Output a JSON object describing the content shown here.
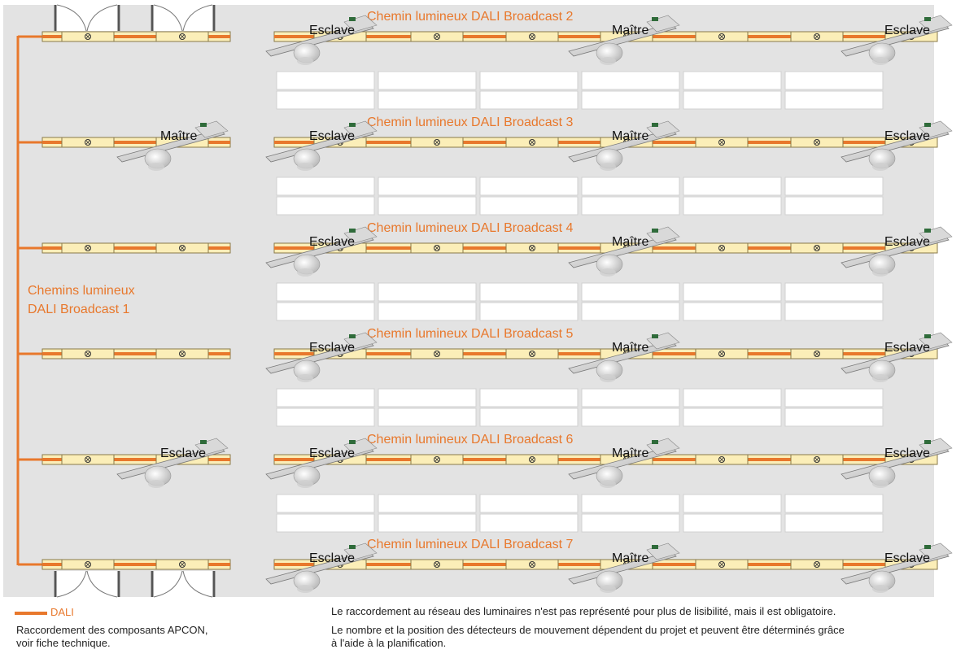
{
  "colors": {
    "dali": "#e8782c",
    "panel": "#e3e3e3",
    "luminaire_fill": "#fbeeb8",
    "luminaire_stroke": "#8a7a4a",
    "label_orange": "#e8782c"
  },
  "side_label": {
    "line1": "Chemins lumineux",
    "line2": "DALI Broadcast 1"
  },
  "rows": [
    {
      "title": "Chemin lumineux DALI Broadcast 2",
      "left_sensor": "",
      "sensors": [
        "Esclave",
        "Maître",
        "Esclave"
      ]
    },
    {
      "title": "Chemin lumineux DALI Broadcast 3",
      "left_sensor": "Maître",
      "sensors": [
        "Esclave",
        "Maître",
        "Esclave"
      ]
    },
    {
      "title": "Chemin lumineux DALI Broadcast 4",
      "left_sensor": "",
      "sensors": [
        "Esclave",
        "Maître",
        "Esclave"
      ]
    },
    {
      "title": "Chemin lumineux DALI Broadcast 5",
      "left_sensor": "",
      "sensors": [
        "Esclave",
        "Maître",
        "Esclave"
      ]
    },
    {
      "title": "Chemin lumineux DALI Broadcast 6",
      "left_sensor": "Esclave",
      "sensors": [
        "Esclave",
        "Maître",
        "Esclave"
      ]
    },
    {
      "title": "Chemin lumineux DALI Broadcast 7",
      "left_sensor": "",
      "sensors": [
        "Esclave",
        "Maître",
        "Esclave"
      ]
    }
  ],
  "legend": {
    "dali": "DALI",
    "apcon_line1": "Raccordement des composants APCON,",
    "apcon_line2": "voir fiche technique.",
    "note1": "Le raccordement au réseau des luminaires n'est pas représenté pour plus de lisibilité, mais il est obligatoire.",
    "note2_line1": "Le nombre et la position des détecteurs de mouvement dépendent du projet et peuvent être déterminés grâce",
    "note2_line2": "à l'aide à la planification."
  }
}
